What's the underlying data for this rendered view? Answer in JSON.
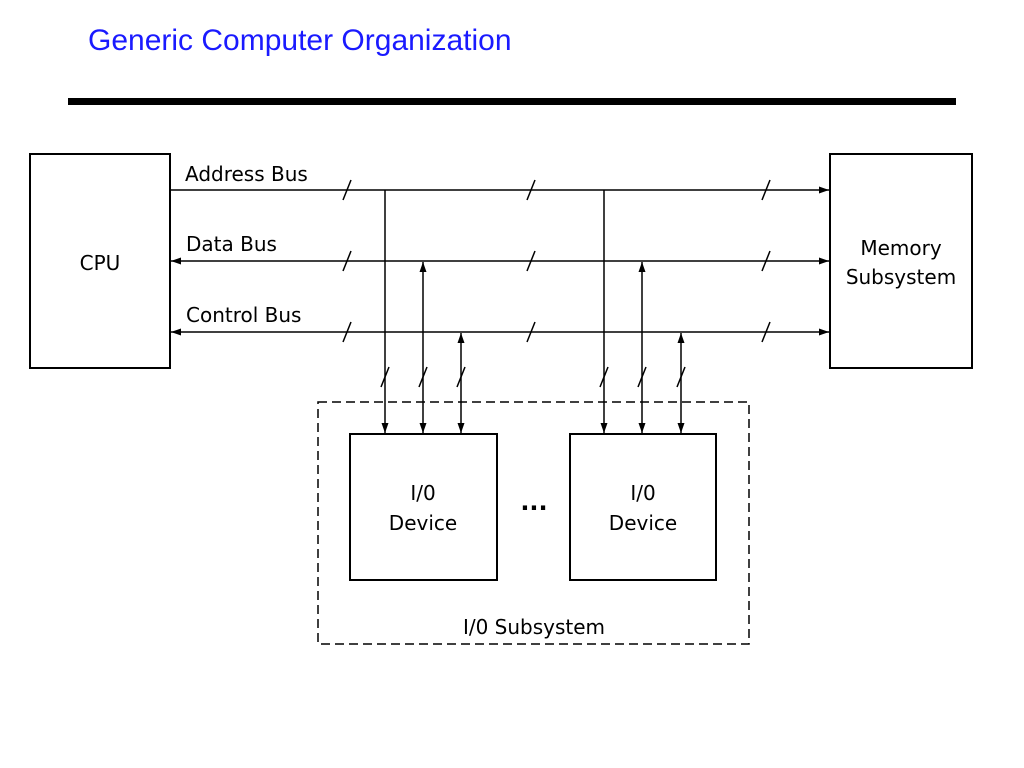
{
  "slide": {
    "title": "Generic Computer Organization"
  },
  "diagram": {
    "cpu_label": "CPU",
    "memory_label_line1": "Memory",
    "memory_label_line2": "Subsystem",
    "address_bus_label": "Address Bus",
    "data_bus_label": "Data Bus",
    "control_bus_label": "Control Bus",
    "io_device_1_line1": "I/0",
    "io_device_1_line2": "Device",
    "io_device_2_line1": "I/0",
    "io_device_2_line2": "Device",
    "ellipsis": "...",
    "io_subsystem_label": "I/0 Subsystem"
  }
}
